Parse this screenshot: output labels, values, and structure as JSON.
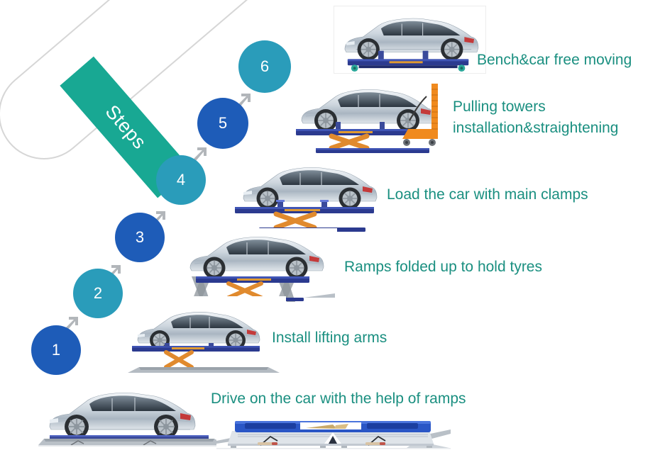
{
  "banner": {
    "label": "Steps"
  },
  "theme": {
    "dark_blue": "#1e5cb8",
    "teal_circle": "#2a9cba",
    "banner_green": "#18a893",
    "text_green": "#1a8f80",
    "track_gray": "#d6d6d6",
    "arrow_gray": "#b0b0b0",
    "bench_blue": "#2b3a8f",
    "bench_bright_blue": "#2a56c6",
    "scissor_orange": "#e08a2e",
    "tower_orange": "#f08a1e",
    "car_silver": "#c9d2da",
    "background": "#ffffff"
  },
  "steps": [
    {
      "number": "1",
      "label": "Drive on the car with the help of ramps",
      "circle_color": "#1e5cb8",
      "image_name": "car-driving-onto-ramps-photo"
    },
    {
      "number": "2",
      "label": "Install lifting arms",
      "circle_color": "#2a9cba",
      "image_name": "car-on-scissor-lift-with-lifting-arms-photo"
    },
    {
      "number": "3",
      "label": "Ramps folded up to hold tyres",
      "circle_color": "#1e5cb8",
      "image_name": "car-on-lift-with-ramps-folded-photo"
    },
    {
      "number": "4",
      "label": "Load the car with main clamps",
      "circle_color": "#2a9cba",
      "image_name": "car-loaded-with-main-clamps-photo"
    },
    {
      "number": "5",
      "label": "Pulling towers installation&straightening",
      "label_line1": "Pulling towers",
      "label_line2": "installation&straightening",
      "circle_color": "#1e5cb8",
      "image_name": "car-with-pulling-tower-photo"
    },
    {
      "number": "6",
      "label": "Bench&car free moving",
      "circle_color": "#2a9cba",
      "image_name": "bench-and-car-free-moving-photo"
    }
  ],
  "icons": {
    "arrow": "chevron-arrow-up-right-icon"
  }
}
